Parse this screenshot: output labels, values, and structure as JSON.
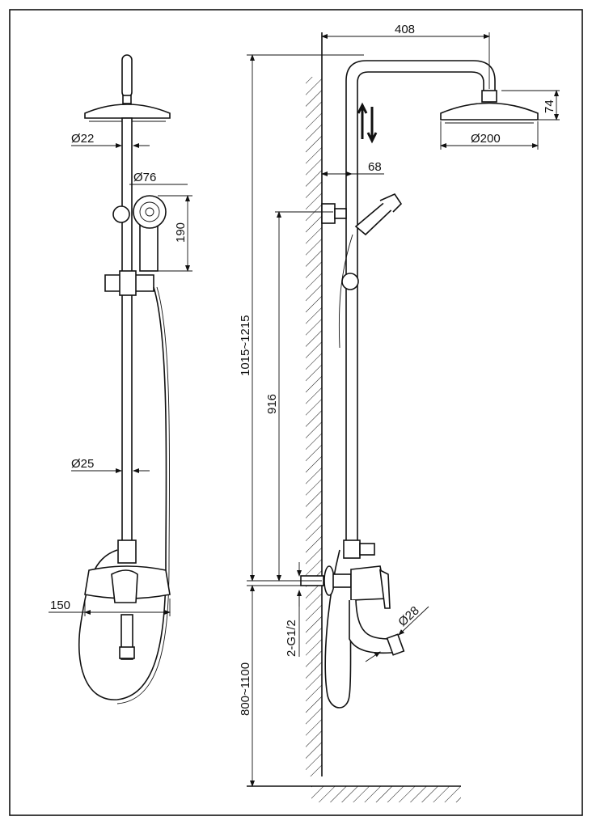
{
  "title": "Shower column dimension drawing",
  "front_view": {
    "head_pipe_dia": "Ø22",
    "hand_shower_dia": "Ø76",
    "hand_shower_len": "190",
    "riser_dia": "Ø25",
    "mixer_width": "150"
  },
  "side_view": {
    "arm_reach": "408",
    "head_height": "74",
    "head_dia": "Ø200",
    "wall_offset": "68",
    "bracket_height": "916",
    "total_height": "1015~1215",
    "inlet": "2-G1/2",
    "spout_dia": "Ø28",
    "install_height": "800~1100"
  },
  "colors": {
    "line": "#111111",
    "background": "#ffffff"
  }
}
